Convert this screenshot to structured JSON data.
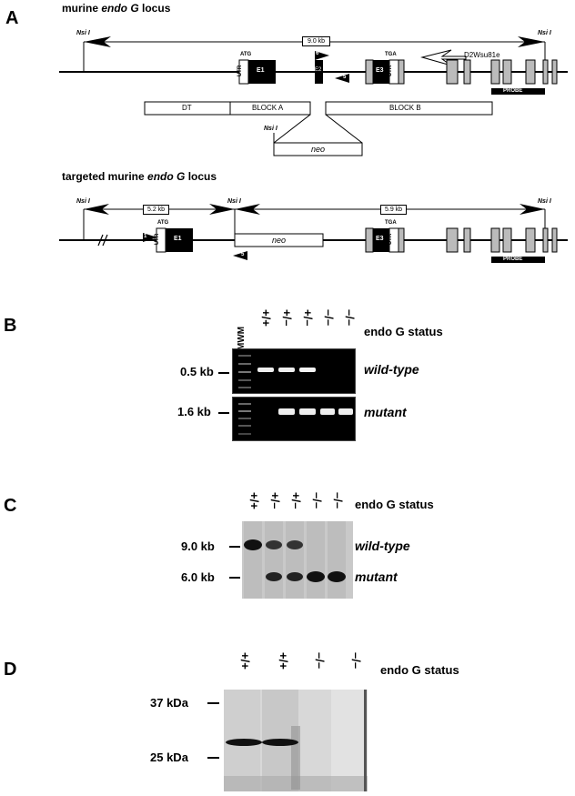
{
  "panelA": {
    "letter": "A",
    "title_pre": "murine ",
    "title_em": "endo G",
    "title_post": " locus",
    "nsi": "Nsi I",
    "size_top": "9.0 kb",
    "atg": "ATG",
    "tga": "TGA",
    "utr": "UTR",
    "e1": "E1",
    "e2": "E2",
    "e3": "E3",
    "primer6": "6",
    "primer5": "5",
    "primer1": "1",
    "d2wsu": "D2Wsu81e",
    "probe": "PROBE",
    "dt": "DT",
    "block_a": "BLOCK A",
    "block_b": "BLOCK B",
    "neo": "neo",
    "t_title_pre": "targeted murine ",
    "t_title_em": "endo G",
    "t_title_post": " locus",
    "size_left": "5.2 kb",
    "size_right": "5.9 kb"
  },
  "panelB": {
    "letter": "B",
    "mwm": "MWM",
    "lanes": [
      "+/+",
      "+/–",
      "+/–",
      "–/–",
      "–/–"
    ],
    "status": "endo G status",
    "band1": "0.5 kb",
    "band2": "1.6 kb",
    "wt": "wild-type",
    "mut": "mutant"
  },
  "panelC": {
    "letter": "C",
    "lanes": [
      "+/+",
      "+/–",
      "+/–",
      "–/–",
      "–/–"
    ],
    "status": "endo G status",
    "band1": "9.0 kb",
    "band2": "6.0 kb",
    "wt": "wild-type",
    "mut": "mutant"
  },
  "panelD": {
    "letter": "D",
    "lanes": [
      "+/+",
      "+/+",
      "–/–",
      "–/–"
    ],
    "status": "endo G status",
    "band1": "37 kDa",
    "band2": "25 kDa"
  }
}
